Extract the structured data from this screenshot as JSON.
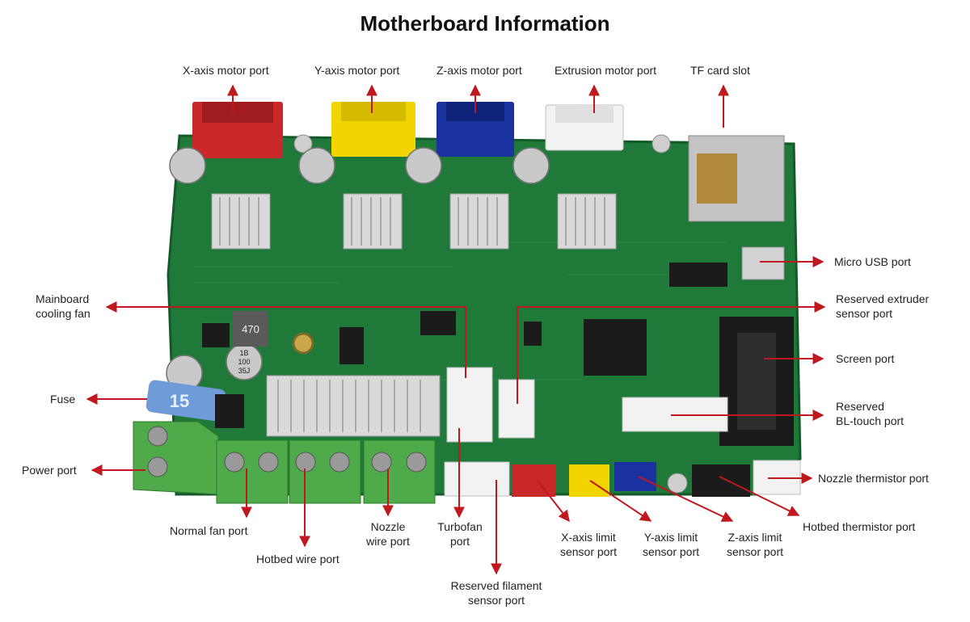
{
  "title": "Motherboard Information",
  "colors": {
    "arrow": "#c0181f",
    "pcb": "#1f7a3a",
    "pcb_dark": "#17612e",
    "terminal": "#4faa4a",
    "x_connector": "#c8282a",
    "y_connector": "#f2d400",
    "z_connector": "#1a32a0",
    "white_connector": "#f2f2f2",
    "fuse": "#6f9bd8",
    "heatsink": "#d9d9d9",
    "chip": "#1b1b1b"
  },
  "labels": {
    "x_motor": "X-axis motor port",
    "y_motor": "Y-axis motor port",
    "z_motor": "Z-axis motor port",
    "e_motor": "Extrusion motor port",
    "tf_card": "TF card slot",
    "micro_usb": "Micro USB port",
    "reserved_extruder": [
      "Reserved extruder",
      "sensor port"
    ],
    "mainboard_fan": [
      "Mainboard",
      "cooling fan"
    ],
    "screen": "Screen port",
    "fuse": "Fuse",
    "bltouch": [
      "Reserved",
      "BL-touch port"
    ],
    "power": "Power port",
    "nozzle_thermistor": "Nozzle thermistor port",
    "normal_fan": "Normal fan port",
    "hotbed_wire": "Hotbed wire port",
    "nozzle_wire": [
      "Nozzle",
      "wire port"
    ],
    "turbofan": [
      "Turbofan",
      "port"
    ],
    "reserved_filament": [
      "Reserved filament",
      "sensor port"
    ],
    "x_limit": [
      "X-axis limit",
      "sensor port"
    ],
    "y_limit": [
      "Y-axis limit",
      "sensor port"
    ],
    "z_limit": [
      "Z-axis limit",
      "sensor port"
    ],
    "hotbed_thermistor": "Hotbed thermistor port"
  },
  "board_text": {
    "fuse_value": "15",
    "inductor": "470",
    "cap": [
      "1B",
      "100",
      "35J"
    ]
  }
}
